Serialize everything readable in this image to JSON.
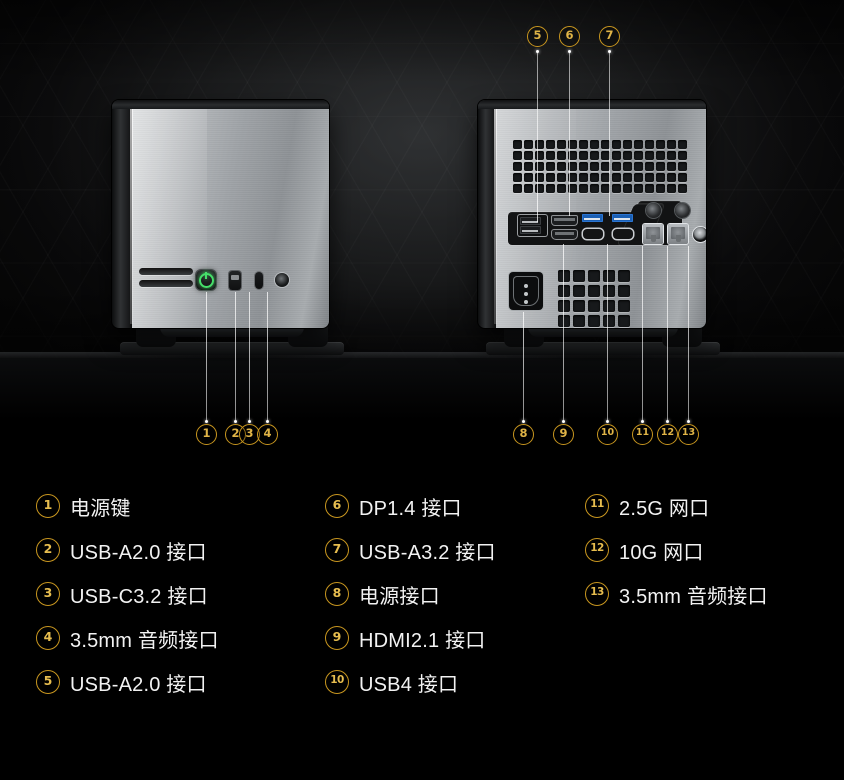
{
  "legend": {
    "columns": [
      {
        "items": [
          {
            "num": "1",
            "label": "电源键"
          },
          {
            "num": "2",
            "label": "USB-A2.0 接口"
          },
          {
            "num": "3",
            "label": "USB-C3.2 接口"
          },
          {
            "num": "4",
            "label": "3.5mm 音频接口"
          },
          {
            "num": "5",
            "label": "USB-A2.0 接口"
          }
        ]
      },
      {
        "items": [
          {
            "num": "6",
            "label": "DP1.4 接口"
          },
          {
            "num": "7",
            "label": "USB-A3.2 接口"
          },
          {
            "num": "8",
            "label": "电源接口"
          },
          {
            "num": "9",
            "label": "HDMI2.1 接口"
          },
          {
            "num": "10",
            "label": "USB4 接口"
          }
        ]
      },
      {
        "items": [
          {
            "num": "11",
            "label": "2.5G 网口"
          },
          {
            "num": "12",
            "label": "10G 网口"
          },
          {
            "num": "13",
            "label": "3.5mm 音频接口"
          }
        ]
      }
    ]
  },
  "callouts": {
    "front": [
      {
        "num": "1",
        "target": "power-button"
      },
      {
        "num": "2",
        "target": "usb-a-2-0-front"
      },
      {
        "num": "3",
        "target": "usb-c-3-2-front"
      },
      {
        "num": "4",
        "target": "audio-jack-front"
      }
    ],
    "rear_top": [
      {
        "num": "5",
        "target": "usb-a-2-0-rear"
      },
      {
        "num": "6",
        "target": "displayport-1-4"
      },
      {
        "num": "7",
        "target": "usb-a-3-2-rear"
      }
    ],
    "rear_bottom": [
      {
        "num": "8",
        "target": "power-inlet"
      },
      {
        "num": "9",
        "target": "hdmi-2-1"
      },
      {
        "num": "10",
        "target": "usb4-type-c"
      },
      {
        "num": "11",
        "target": "ethernet-2-5g"
      },
      {
        "num": "12",
        "target": "ethernet-10g"
      },
      {
        "num": "13",
        "target": "audio-jack-rear"
      }
    ]
  },
  "colors": {
    "accent_gold": "#c8961f",
    "accent_gold_text": "#e7bd4f",
    "power_led_green": "#46e06a",
    "usb_blue": "#1a5fb4",
    "background": "#000000",
    "chassis_silver": "#b7babd",
    "text_primary": "#f2f2f2"
  },
  "devices": {
    "front_unit": {
      "view": "front",
      "ports_visible": 4
    },
    "rear_unit": {
      "view": "rear",
      "ports_visible": 9
    }
  }
}
